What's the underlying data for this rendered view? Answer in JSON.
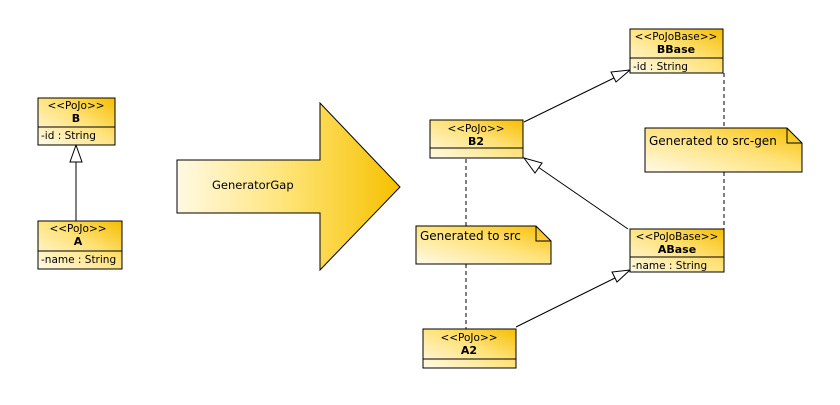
{
  "classes": {
    "b": {
      "stereotype": "<<PoJo>>",
      "name": "B",
      "attribute": "-id : String"
    },
    "a": {
      "stereotype": "<<PoJo>>",
      "name": "A",
      "attribute": "-name : String"
    },
    "b2": {
      "stereotype": "<<PoJo>>",
      "name": "B2"
    },
    "a2": {
      "stereotype": "<<PoJo>>",
      "name": "A2"
    },
    "bbase": {
      "stereotype": "<<PoJoBase>>",
      "name": "BBase",
      "attribute": "-id : String"
    },
    "abase": {
      "stereotype": "<<PoJoBase>>",
      "name": "ABase",
      "attribute": "-name : String"
    }
  },
  "notes": {
    "src": "Generated to src",
    "src_gen": "Generated to src-gen"
  },
  "transform_arrow": {
    "label": "GeneratorGap"
  },
  "colors": {
    "fill_light": "#FFF8DC",
    "fill_dark": "#F5C000",
    "stroke": "#000000"
  }
}
